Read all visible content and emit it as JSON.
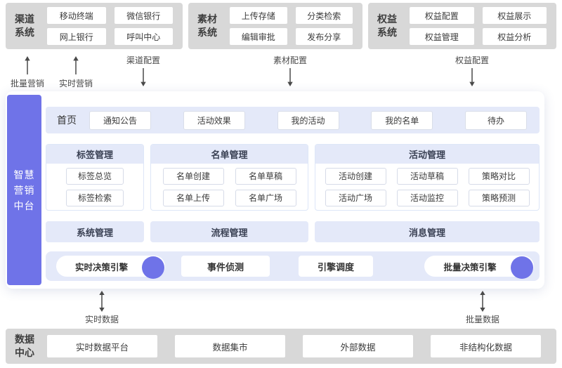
{
  "colors": {
    "accent_purple": "#6f73e8",
    "lavender": "#e4e9f9",
    "gray_box": "#d8d8d8",
    "panel_border": "#dde6f8",
    "text_dark": "#3c3c3c"
  },
  "top_systems": [
    {
      "label": "渠道系统",
      "items": [
        "移动终端",
        "微信银行",
        "网上银行",
        "呼叫中心"
      ]
    },
    {
      "label": "素材系统",
      "items": [
        "上传存储",
        "分类检索",
        "编辑审批",
        "发布分享"
      ]
    },
    {
      "label": "权益系统",
      "items": [
        "权益配置",
        "权益展示",
        "权益管理",
        "权益分析"
      ]
    }
  ],
  "top_arrows": [
    {
      "label": "批量营销",
      "direction": "up"
    },
    {
      "label": "实时营销",
      "direction": "up"
    },
    {
      "label": "渠道配置",
      "direction": "down"
    },
    {
      "label": "素材配置",
      "direction": "down"
    },
    {
      "label": "权益配置",
      "direction": "down"
    }
  ],
  "platform": {
    "name": "智慧营销中台",
    "home_label": "首页",
    "home_items": [
      "通知公告",
      "活动效果",
      "我的活动",
      "我的名单",
      "待办"
    ],
    "sections": [
      {
        "title": "标签管理",
        "items": [
          "标签总览",
          "标签检索"
        ]
      },
      {
        "title": "名单管理",
        "items": [
          "名单创建",
          "名单草稿",
          "名单上传",
          "名单广场"
        ]
      },
      {
        "title": "活动管理",
        "items": [
          "活动创建",
          "活动草稿",
          "策略对比",
          "活动广场",
          "活动监控",
          "策略预测"
        ]
      }
    ],
    "bars": [
      "系统管理",
      "流程管理",
      "消息管理"
    ],
    "engines": [
      "实时决策引擎",
      "事件侦测",
      "引擎调度",
      "批量决策引擎"
    ]
  },
  "bottom_arrows": [
    "实时数据",
    "批量数据"
  ],
  "data_center": {
    "label": "数据中心",
    "items": [
      "实时数据平台",
      "数据集市",
      "外部数据",
      "非结构化数据"
    ]
  }
}
